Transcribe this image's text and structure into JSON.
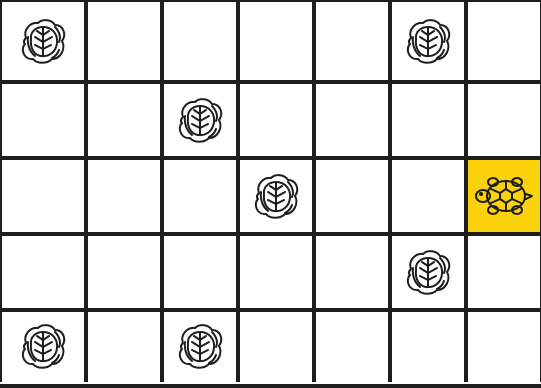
{
  "board": {
    "rows": 5,
    "cols": 7,
    "highlight_color": "#fcd20c",
    "line_color": "#1e1e1e",
    "cells": [
      [
        "cabbage",
        "empty",
        "empty",
        "empty",
        "empty",
        "cabbage",
        "empty"
      ],
      [
        "empty",
        "empty",
        "cabbage",
        "empty",
        "empty",
        "empty",
        "empty"
      ],
      [
        "empty",
        "empty",
        "empty",
        "cabbage",
        "empty",
        "empty",
        "turtle"
      ],
      [
        "empty",
        "empty",
        "empty",
        "empty",
        "empty",
        "cabbage",
        "empty"
      ],
      [
        "cabbage",
        "empty",
        "cabbage",
        "empty",
        "empty",
        "empty",
        "empty"
      ]
    ]
  },
  "icons": {
    "cabbage": "cabbage-icon",
    "turtle": "turtle-icon"
  }
}
